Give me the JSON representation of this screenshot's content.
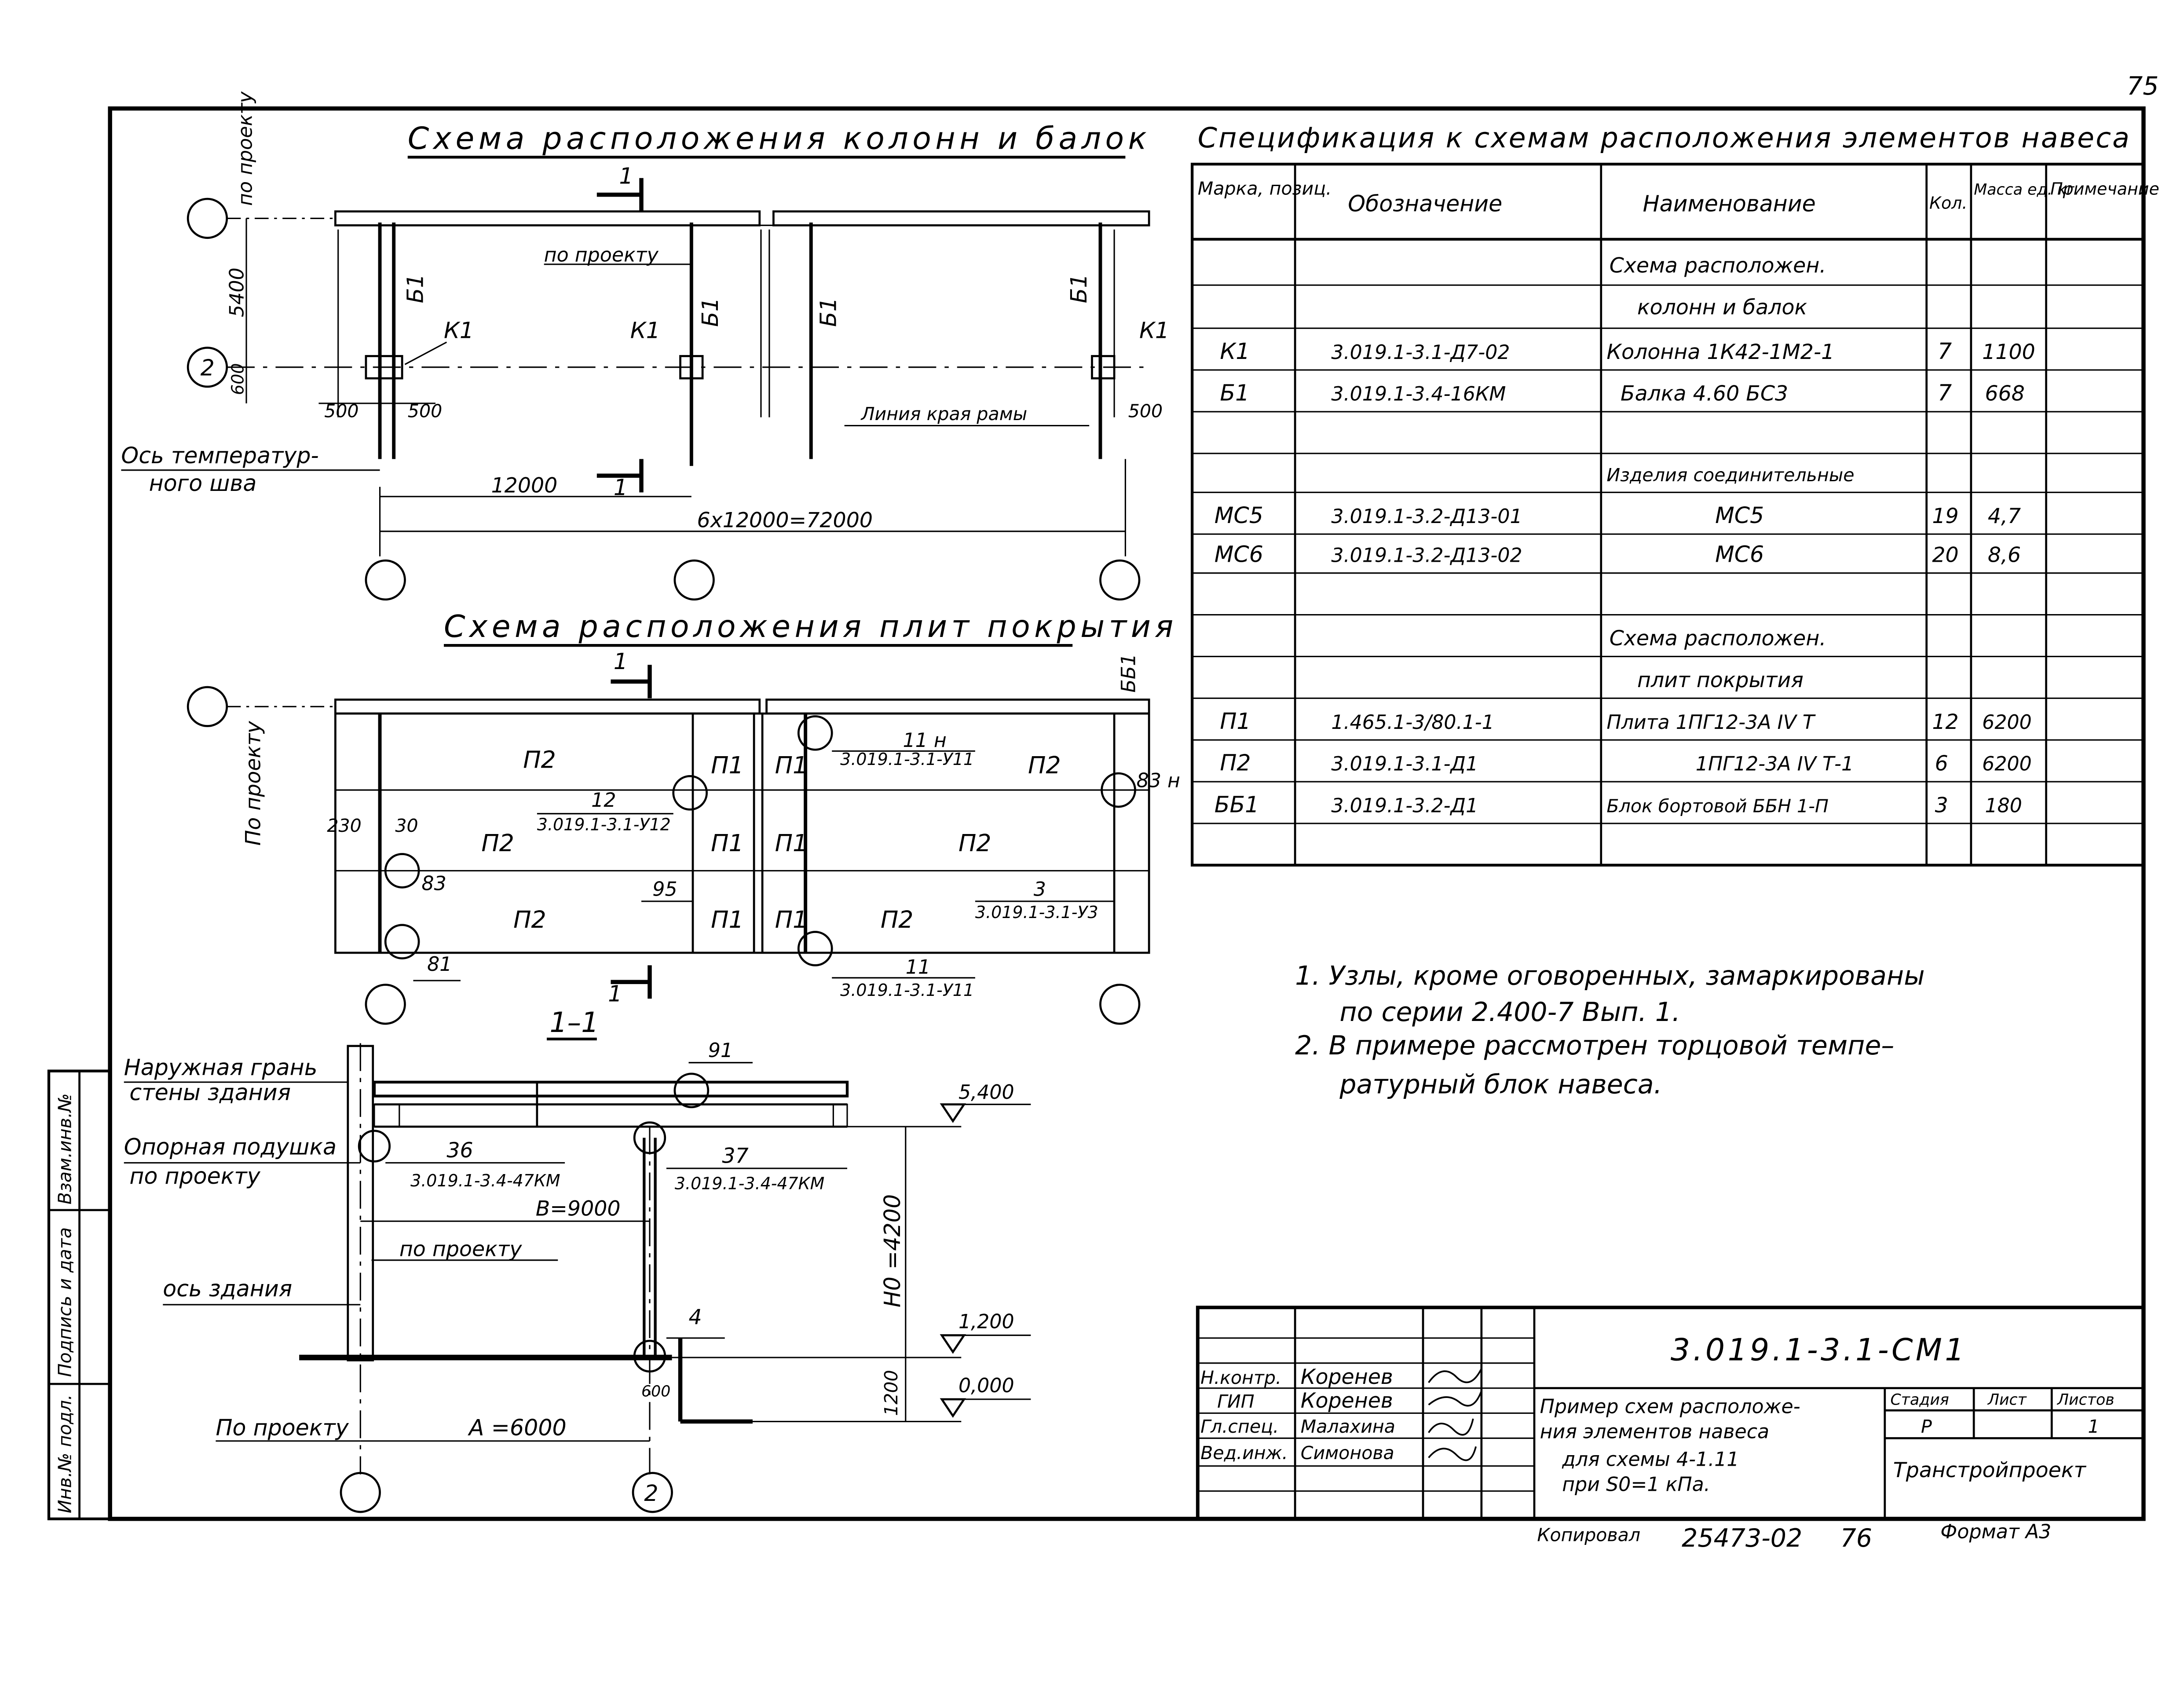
{
  "page_number": "75",
  "titles": {
    "columns_beams": "Схема расположения колонн и балок",
    "slabs": "Схема расположения плит покрытия",
    "section": "1–1",
    "spec": "Спецификация к схемам расположения элементов навеса"
  },
  "plan1": {
    "top_label": "по проекту",
    "axis_left_top": "",
    "axis_2": "2",
    "dim_5400": "5400",
    "dim_600": "600",
    "dim_500a": "500",
    "dim_500b": "500",
    "dim_500c": "500",
    "dim_12000": "12000",
    "dim_total": "6x12000=72000",
    "po_proektu": "по проекту",
    "k1": "К1",
    "b1": "Б1",
    "cut": "1",
    "edge_label": "Линия края рамы",
    "joint_label_1": "Ось температур-",
    "joint_label_2": "ного шва"
  },
  "plan2": {
    "left_label": "По проекту",
    "bb1": "ББ1",
    "p1": "П1",
    "p2": "П2",
    "node_11": "11 н",
    "node_12": "12",
    "node_3": "3",
    "node_11b": "11",
    "node_83": "83",
    "node_83n": "83 н",
    "node_81": "81",
    "node_95": "95",
    "ref_y11": "3.019.1-3.1-У11",
    "ref_y12": "3.019.1-3.1-У12",
    "ref_y3": "3.019.1-3.1-У3",
    "dim_230": "230",
    "dim_30": "30",
    "cut": "1"
  },
  "section": {
    "outer_face_1": "Наружная грань",
    "outer_face_2": "стены здания",
    "pad_1": "Опорная подушка",
    "pad_2": "по проекту",
    "po_proektu": "по проекту",
    "axis_building": "ось здания",
    "bottom_label": "По проекту",
    "node_36": "36",
    "node_37": "37",
    "node_91": "91",
    "node_4": "4",
    "ref_36": "3.019.1-3.4-47КМ",
    "ref_37": "3.019.1-3.4-47КМ",
    "dim_B": "B=9000",
    "dim_A": "A =6000",
    "dim_H0": "H0 =4200",
    "dim_1200": "1200",
    "dim_600": "600",
    "lvl_5400": "5,400",
    "lvl_1200": "1,200",
    "lvl_0": "0,000",
    "axis_2": "2"
  },
  "spec": {
    "headers": [
      "Марка, позиц.",
      "Обозначение",
      "Наименование",
      "Кол.",
      "Масса ед. кг.",
      "Примечание"
    ],
    "rows": [
      [
        "",
        "",
        "Схема расположен.",
        "",
        "",
        ""
      ],
      [
        "",
        "",
        "колонн и балок",
        "",
        "",
        ""
      ],
      [
        "К1",
        "3.019.1-3.1-Д7-02",
        "Колонна 1К42-1М2-1",
        "7",
        "1100",
        ""
      ],
      [
        "Б1",
        "3.019.1-3.4-16КМ",
        "Балка 4.60 БС3",
        "7",
        "668",
        ""
      ],
      [
        "",
        "",
        "",
        "",
        "",
        ""
      ],
      [
        "",
        "",
        "Изделия соединительные",
        "",
        "",
        ""
      ],
      [
        "МС5",
        "3.019.1-3.2-Д13-01",
        "МС5",
        "19",
        "4,7",
        ""
      ],
      [
        "МС6",
        "3.019.1-3.2-Д13-02",
        "МС6",
        "20",
        "8,6",
        ""
      ],
      [
        "",
        "",
        "",
        "",
        "",
        ""
      ],
      [
        "",
        "",
        "Схема расположен.",
        "",
        "",
        ""
      ],
      [
        "",
        "",
        "плит покрытия",
        "",
        "",
        ""
      ],
      [
        "П1",
        "1.465.1-3/80.1-1",
        "Плита 1ПГ12-3А IV Т",
        "12",
        "6200",
        ""
      ],
      [
        "П2",
        "3.019.1-3.1-Д1",
        "1ПГ12-3А IV Т-1",
        "6",
        "6200",
        ""
      ],
      [
        "ББ1",
        "3.019.1-3.2-Д1",
        "Блок бортовой ББН 1-П",
        "3",
        "180",
        ""
      ]
    ]
  },
  "notes": [
    "1. Узлы, кроме оговоренных, замаркированы",
    "по серии 2.400-7 Вып. 1.",
    "2. В примере рассмотрен торцовой темпе–",
    "ратурный блок навеса."
  ],
  "title_block": {
    "code": "3.019.1-3.1-СМ1",
    "roles": [
      "Н.контр.",
      "ГИП",
      "Гл.спец.",
      "Вед.инж."
    ],
    "names": [
      "Коренев",
      "Коренев",
      "Малахина",
      "Симонова"
    ],
    "desc": [
      "Пример схем расположе-",
      "ния элементов навеса",
      "для схемы 4-1.11",
      "при S0=1 кПа."
    ],
    "stage_hdr": "Стадия",
    "sheet_hdr": "Лист",
    "sheets_hdr": "Листов",
    "stage": "Р",
    "sheet": "",
    "sheets": "1",
    "org": "Транстройпроект"
  },
  "side_stamp": [
    "Инв.№ подл.",
    "Подпись и дата",
    "Взам.инв.№"
  ],
  "footer": {
    "copied": "Копировал",
    "number": "25473-02",
    "page": "76",
    "format": "Формат А3"
  }
}
